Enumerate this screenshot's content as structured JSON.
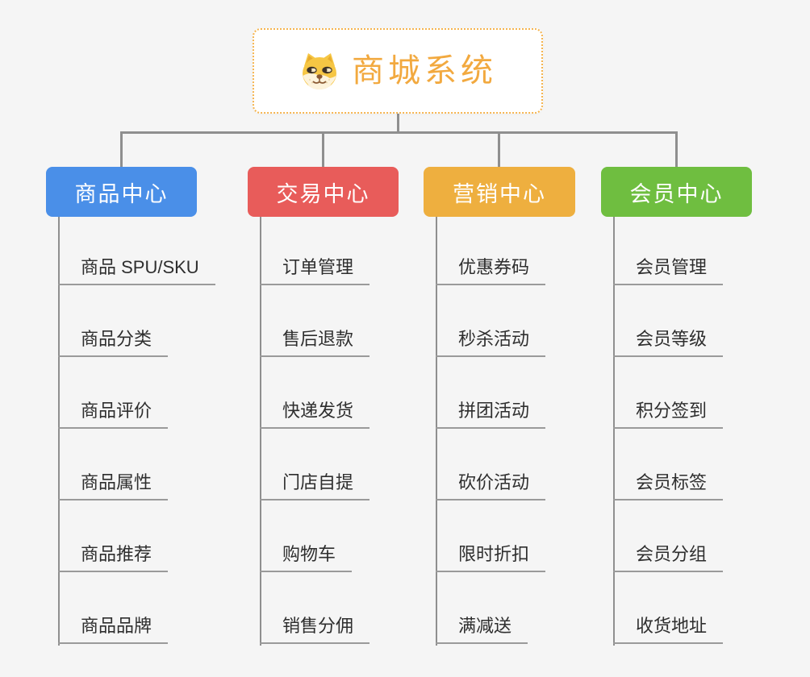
{
  "page": {
    "background_color": "#f5f5f5",
    "connector_color": "#8f8f8f",
    "underline_color": "#9a9a9a",
    "leaf_text_color": "#2e2e2e"
  },
  "root": {
    "title": "商城系统",
    "icon": "dog-face-icon",
    "text_color": "#f2a93f",
    "border_color": "#f5b44f"
  },
  "branches": [
    {
      "label": "商品中心",
      "color": "#4a8fe8",
      "items": [
        "商品 SPU/SKU",
        "商品分类",
        "商品评价",
        "商品属性",
        "商品推荐",
        "商品品牌"
      ]
    },
    {
      "label": "交易中心",
      "color": "#e85c5a",
      "items": [
        "订单管理",
        "售后退款",
        "快递发货",
        "门店自提",
        "购物车",
        "销售分佣"
      ]
    },
    {
      "label": "营销中心",
      "color": "#eeaf3f",
      "items": [
        "优惠券码",
        "秒杀活动",
        "拼团活动",
        "砍价活动",
        "限时折扣",
        "满减送"
      ]
    },
    {
      "label": "会员中心",
      "color": "#6fbe40",
      "items": [
        "会员管理",
        "会员等级",
        "积分签到",
        "会员标签",
        "会员分组",
        "收货地址"
      ]
    }
  ]
}
